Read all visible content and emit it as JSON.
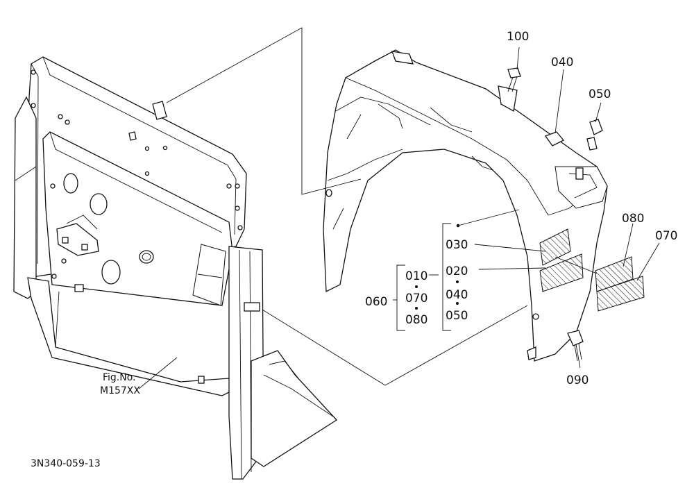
{
  "labels": {
    "p100": "100",
    "p040": "040",
    "p050": "050",
    "p080": "080",
    "p070": "070",
    "p030": "030",
    "p020": "020",
    "p010": "010",
    "p060": "060",
    "p070b": "070",
    "p080b": "080",
    "p040b": "040",
    "p050b": "050",
    "p090": "090",
    "fig_line1": "Fig.No.",
    "fig_line2": "M157XX",
    "drawing_code": "3N340-059-13"
  }
}
